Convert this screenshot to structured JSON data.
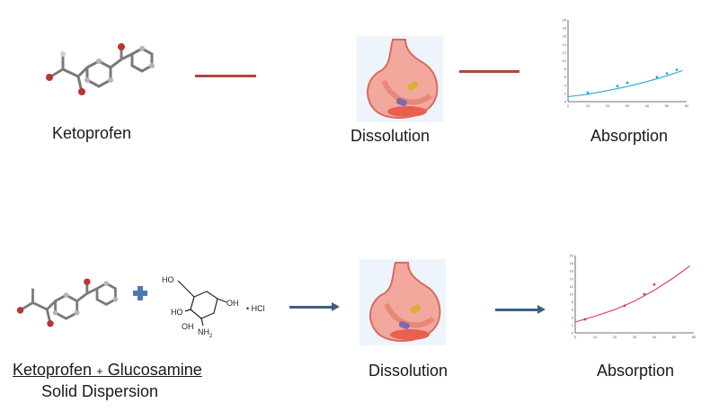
{
  "top_row": {
    "drug_label": "Ketoprofen",
    "step1_label": "Dissolution",
    "step2_label": "Absorption",
    "arrow_color": "#a8493f"
  },
  "bottom_row": {
    "drug_label_part1": "Ketoprofen",
    "plus_sign": "+",
    "drug_label_part2": "Glucosamine",
    "drug_label_line2": "Solid Dispersion",
    "glucosamine": {
      "oh_top": "HO",
      "oh_left": "OH",
      "oh_mid": "HO",
      "oh_right": "OH",
      "amine": "NH",
      "amine_sub": "2",
      "salt": "• HCl"
    },
    "step1_label": "Dissolution",
    "step2_label": "Absorption",
    "arrow_color": "#3e5f86",
    "combine_color": "#4a7ab5"
  },
  "icons": {
    "molecule": "ketoprofen-ball-and-stick-icon",
    "stomach": "stomach-icon"
  },
  "chart_data": [
    {
      "type": "scatter",
      "title": "",
      "xlabel": "",
      "ylabel": "",
      "xlim": [
        0,
        60
      ],
      "ylim": [
        0,
        20
      ],
      "x_ticks": [
        "0",
        "10",
        "20",
        "30",
        "40",
        "50",
        "60"
      ],
      "y_ticks": [
        "0",
        "2",
        "4",
        "6",
        "8",
        "10",
        "12",
        "14",
        "16",
        "18",
        "20"
      ],
      "series": [
        {
          "color": "#29a8d8",
          "points": [
            [
              10,
              2.2
            ],
            [
              25,
              3.8
            ],
            [
              30,
              4.6
            ],
            [
              45,
              6.0
            ],
            [
              50,
              6.9
            ],
            [
              55,
              7.8
            ]
          ],
          "fit": [
            [
              0,
              1.2
            ],
            [
              10,
              1.8
            ],
            [
              20,
              2.7
            ],
            [
              30,
              3.7
            ],
            [
              40,
              4.9
            ],
            [
              50,
              6.3
            ],
            [
              58,
              7.6
            ]
          ]
        }
      ]
    },
    {
      "type": "scatter",
      "title": "",
      "xlabel": "",
      "ylabel": "",
      "xlim": [
        0,
        60
      ],
      "ylim": [
        0,
        20
      ],
      "x_ticks": [
        "0",
        "10",
        "20",
        "30",
        "40",
        "50",
        "60"
      ],
      "y_ticks": [
        "0",
        "2",
        "4",
        "6",
        "8",
        "10",
        "12",
        "14",
        "16",
        "18",
        "20"
      ],
      "series": [
        {
          "color": "#d83a4a",
          "points": [
            [
              5,
              3.5
            ],
            [
              25,
              7.0
            ],
            [
              35,
              10.0
            ],
            [
              40,
              12.5
            ]
          ],
          "fit": [
            [
              0,
              2.8
            ],
            [
              10,
              4.3
            ],
            [
              20,
              6.0
            ],
            [
              30,
              8.2
            ],
            [
              40,
              11.0
            ],
            [
              50,
              14.3
            ],
            [
              58,
              17.3
            ]
          ]
        }
      ]
    }
  ]
}
